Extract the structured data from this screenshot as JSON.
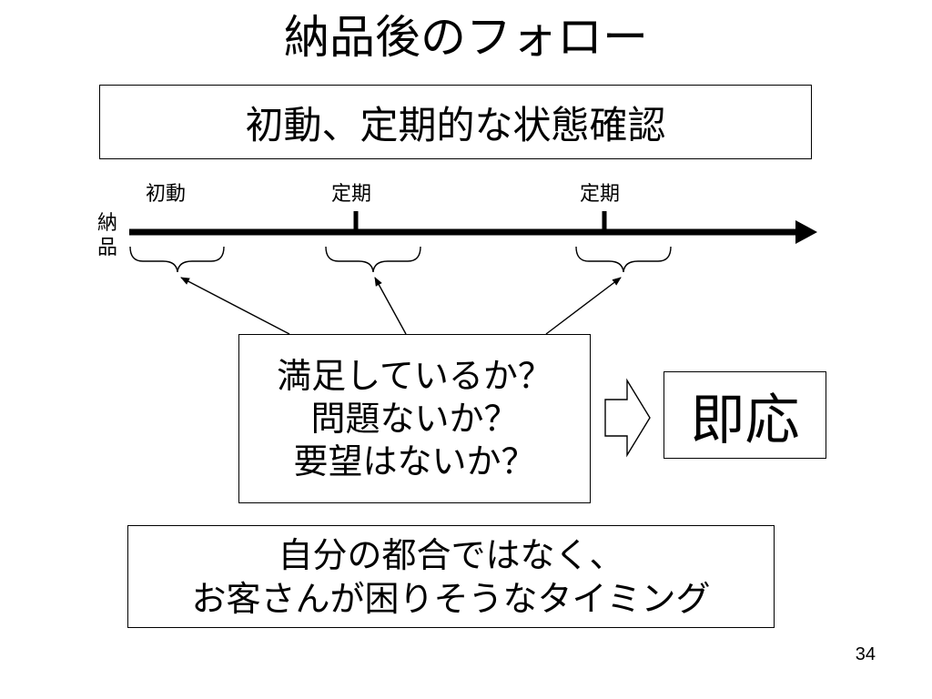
{
  "title": "納品後のフォロー",
  "subtitle": "初動、定期的な状態確認",
  "timeline": {
    "start_label": "納品",
    "markers": [
      {
        "label": "初動"
      },
      {
        "label": "定期"
      },
      {
        "label": "定期"
      }
    ]
  },
  "questions": [
    "満足しているか？",
    "問題ないか？",
    "要望はないか？"
  ],
  "response": "即応",
  "conclusion": [
    "自分の都合ではなく、",
    "お客さんが困りそうなタイミング"
  ],
  "page_number": "34"
}
